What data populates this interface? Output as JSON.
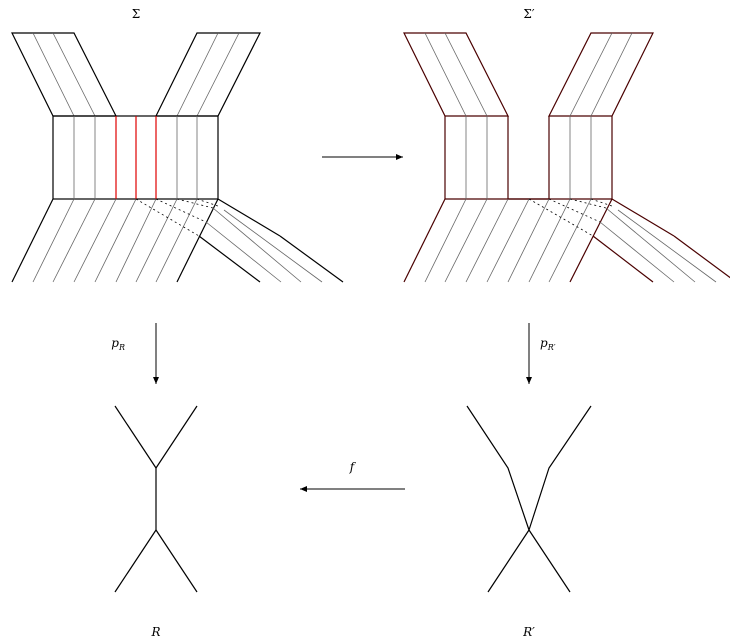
{
  "labels": {
    "sigma": "Σ",
    "sigma_prime": "Σ′",
    "p_r": "p",
    "p_r_sub": "R",
    "p_rprime": "p",
    "p_rprime_sub": "R′",
    "f": "f",
    "r": "R",
    "r_prime": "R′"
  },
  "colors": {
    "ink": "#000000",
    "fiber": "#666666",
    "highlight": "#e00000",
    "outline_prime": "#4a0000"
  }
}
